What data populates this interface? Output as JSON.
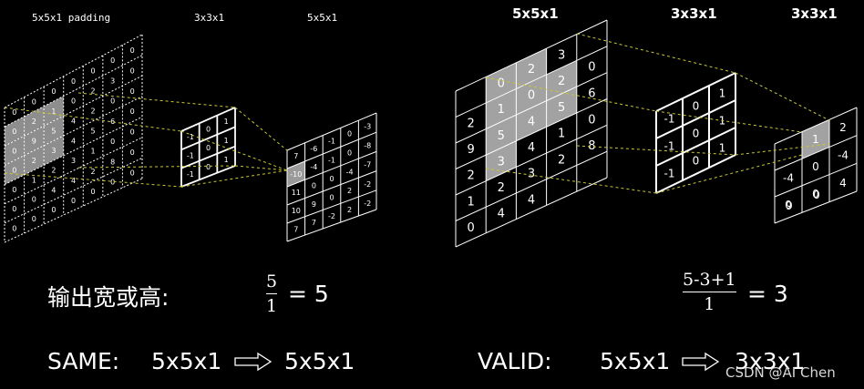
{
  "left": {
    "titles": {
      "input": "5x5x1 padding",
      "kernel": "3x3x1",
      "output": "5x5x1"
    },
    "input_grid": [
      [
        "0",
        "0",
        "0",
        "0",
        "0",
        "0",
        "0"
      ],
      [
        "0",
        "2",
        "1",
        "0",
        "2",
        "3",
        "0"
      ],
      [
        "0",
        "9",
        "5",
        "4",
        "2",
        "0",
        "0"
      ],
      [
        "0",
        "2",
        "3",
        "4",
        "5",
        "6",
        "0"
      ],
      [
        "0",
        "1",
        "2",
        "3",
        "1",
        "0",
        "0"
      ],
      [
        "0",
        "0",
        "4",
        "4",
        "2",
        "8",
        "0"
      ],
      [
        "0",
        "0",
        "0",
        "0",
        "0",
        "0",
        "0"
      ]
    ],
    "kernel_grid": [
      [
        "-1",
        "0",
        "1"
      ],
      [
        "-1",
        "0",
        "1"
      ],
      [
        "-1",
        "0",
        "1"
      ]
    ],
    "output_grid": [
      [
        "7",
        "-6",
        "-1",
        "0",
        "-3"
      ],
      [
        "-10",
        "-4",
        "-1",
        "0",
        "-8"
      ],
      [
        "11",
        "0",
        "0",
        "-4",
        "-7"
      ],
      [
        "10",
        "9",
        "0",
        "2",
        "-2"
      ],
      [
        "7",
        "7",
        "-2",
        "2",
        "-2"
      ]
    ],
    "formula": {
      "label": "输出宽或高:",
      "numerator": "5",
      "denominator": "1",
      "result": "= 5"
    },
    "mode": {
      "name": "SAME:",
      "from": "5x5x1",
      "to": "5x5x1"
    }
  },
  "right": {
    "titles": {
      "input": "5x5x1",
      "kernel": "3x3x1",
      "output": "3x3x1"
    },
    "input_grid": [
      [
        "1",
        "0",
        "2",
        "3",
        "0"
      ],
      [
        "2",
        "9",
        "5",
        "4",
        "2"
      ],
      [
        "0",
        "2",
        "3",
        "4",
        "5"
      ],
      [
        "6",
        "1",
        "2",
        "3",
        "1"
      ],
      [
        "0",
        "0",
        "4",
        "4",
        "2"
      ]
    ],
    "input_grid_visible": [
      [
        "",
        "0",
        "2",
        "3"
      ],
      [
        "1",
        "2",
        "0"
      ],
      [
        "2",
        "5",
        "4",
        "5",
        "6"
      ],
      [
        "9",
        "",
        "",
        "0"
      ],
      [
        "2",
        "3",
        "3",
        "1",
        "8"
      ],
      [
        "1",
        "2",
        "4",
        "2"
      ],
      [
        "0",
        "4"
      ]
    ],
    "kernel_grid": [
      [
        "-1",
        "0",
        "1"
      ],
      [
        "-1",
        "0",
        "1"
      ],
      [
        "-1",
        "0",
        "1"
      ]
    ],
    "output_grid": [
      [
        "1",
        "2"
      ],
      [
        "-4",
        "0",
        "-4"
      ],
      [
        "0",
        "0",
        "4"
      ],
      [
        "9",
        "0"
      ]
    ],
    "formula": {
      "numerator": "5-3+1",
      "denominator": "1",
      "result": "= 3"
    },
    "mode": {
      "name": "VALID:",
      "from": "5x5x1",
      "to": "3x3x1"
    }
  },
  "watermark": "CSDN @AI Chen"
}
